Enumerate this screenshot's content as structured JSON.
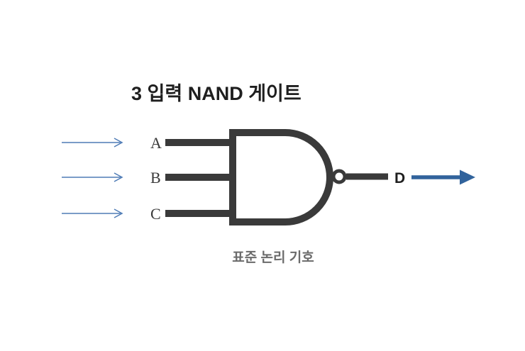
{
  "diagram": {
    "title": "3 입력 NAND 게이트",
    "caption": "표준 논리 기호",
    "gate_type": "NAND",
    "input_count": 3,
    "inputs": [
      {
        "label": "A"
      },
      {
        "label": "B"
      },
      {
        "label": "C"
      }
    ],
    "output_label": "D",
    "icons": {
      "input_arrow": "thin-right-arrow-icon",
      "output_arrow": "thick-right-arrow-icon",
      "inversion_bubble": "not-bubble-icon"
    },
    "colors": {
      "background": "#ffffff",
      "gate_stroke": "#3a3a3a",
      "gate_fill": "#ffffff",
      "title_text": "#1f1f1f",
      "caption_text": "#6b6b6b",
      "input_label_text": "#3a3a3a",
      "output_label_text": "#1f1f1f",
      "thin_arrow": "#4f7cb6",
      "thick_arrow": "#31639c"
    }
  }
}
